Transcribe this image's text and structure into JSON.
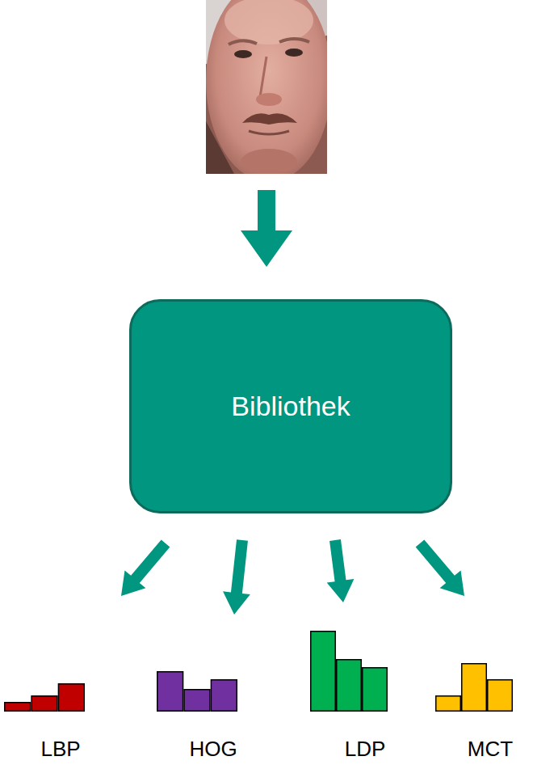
{
  "diagram": {
    "nodes": [
      {
        "text": [
          "Bibliothek"
        ]
      },
      {
        "text": [
          "LBP"
        ]
      },
      {
        "text": [
          "HOG"
        ]
      },
      {
        "text": [
          "LDP"
        ]
      },
      {
        "text": [
          "MCT"
        ]
      }
    ],
    "edges": [
      {
        "from": 0,
        "to": 1,
        "arrow": "to"
      },
      {
        "from": 0,
        "to": 2,
        "arrow": "to"
      },
      {
        "from": 0,
        "to": 3,
        "arrow": "to"
      },
      {
        "from": 0,
        "to": 4,
        "arrow": "to"
      }
    ]
  }
}
